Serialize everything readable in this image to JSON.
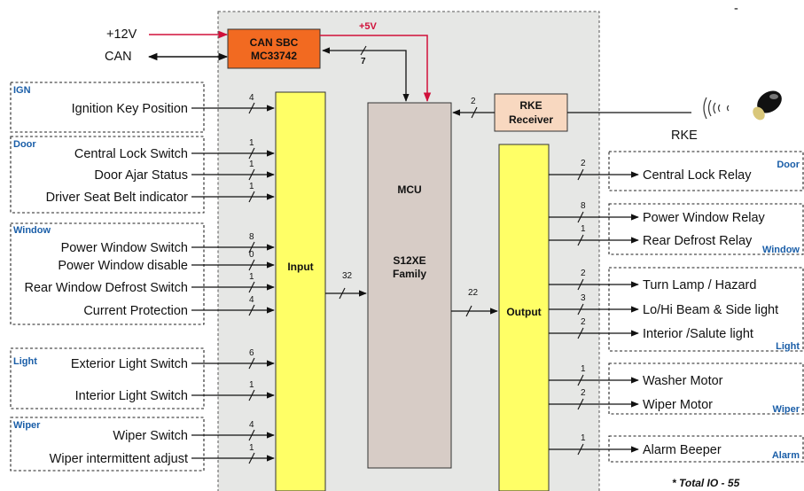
{
  "power": {
    "v12": "+12V",
    "can": "CAN",
    "v5": "+5V"
  },
  "can_sbc": {
    "line1": "CAN SBC",
    "line2": "MC33742",
    "bus_width": "7"
  },
  "mcu": {
    "title": "MCU",
    "family_line1": "S12XE",
    "family_line2": "Family"
  },
  "input_block": {
    "label": "Input",
    "bus_width": "32"
  },
  "output_block": {
    "label": "Output",
    "bus_width": "22"
  },
  "rke": {
    "line1": "RKE",
    "line2": "Receiver",
    "bus_width": "2",
    "label": "RKE"
  },
  "input_groups": [
    {
      "name": "IGN",
      "signals": [
        {
          "label": "Ignition Key Position",
          "width": "4"
        }
      ]
    },
    {
      "name": "Door",
      "signals": [
        {
          "label": "Central Lock Switch",
          "width": "1"
        },
        {
          "label": "Door Ajar Status",
          "width": "1"
        },
        {
          "label": "Driver Seat Belt indicator",
          "width": "1"
        }
      ]
    },
    {
      "name": "Window",
      "signals": [
        {
          "label": "Power Window Switch",
          "width": "8"
        },
        {
          "label": "Power Window disable",
          "width": "0"
        },
        {
          "label": "Rear Window Defrost Switch",
          "width": "1"
        },
        {
          "label": "Current Protection",
          "width": "4"
        }
      ]
    },
    {
      "name": "Light",
      "signals": [
        {
          "label": "Exterior Light Switch",
          "width": "6"
        },
        {
          "label": "Interior Light Switch",
          "width": "1"
        }
      ]
    },
    {
      "name": "Wiper",
      "signals": [
        {
          "label": "Wiper Switch",
          "width": "4"
        },
        {
          "label": "Wiper intermittent adjust",
          "width": "1"
        }
      ]
    }
  ],
  "output_groups": [
    {
      "name": "Door",
      "signals": [
        {
          "label": "Central Lock Relay",
          "width": "2"
        }
      ]
    },
    {
      "name": "Window",
      "signals": [
        {
          "label": "Power Window Relay",
          "width": "8"
        },
        {
          "label": "Rear Defrost Relay",
          "width": "1"
        }
      ]
    },
    {
      "name": "Light",
      "signals": [
        {
          "label": "Turn Lamp / Hazard",
          "width": "2"
        },
        {
          "label": "Lo/Hi Beam & Side light",
          "width": "3"
        },
        {
          "label": "Interior /Salute light",
          "width": "2"
        }
      ]
    },
    {
      "name": "Wiper",
      "signals": [
        {
          "label": "Washer Motor",
          "width": "1"
        },
        {
          "label": "Wiper Motor",
          "width": "2"
        }
      ]
    },
    {
      "name": "Alarm",
      "signals": [
        {
          "label": "Alarm Beeper",
          "width": "1"
        }
      ]
    }
  ],
  "total": "* Total IO -  55",
  "colors": {
    "sbc": "#f26a21",
    "yellow": "#ffff66",
    "mcu": "#d7ccc6",
    "rke": "#f8d8c0",
    "background_panel": "#e6e7e5",
    "power_line": "#d0103a",
    "group_label": "#1a5ea8"
  }
}
